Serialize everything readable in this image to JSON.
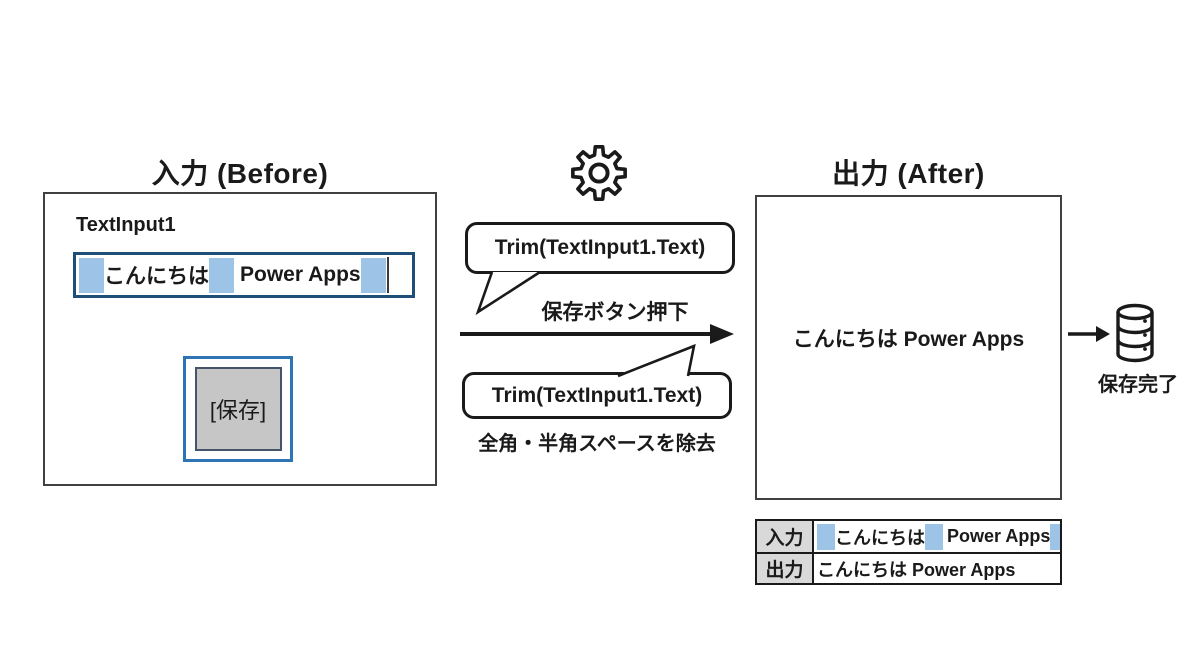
{
  "diagram": {
    "before": {
      "title": "入力 (Before)",
      "control_label": "TextInput1",
      "input": {
        "word1": "こんにちは",
        "word2": "Power Apps"
      },
      "save_button_label": "[保存]"
    },
    "process": {
      "gear_icon": "gear-icon",
      "formula_top": "Trim(TextInput1.Text)",
      "arrow_caption": "保存ボタン押下",
      "formula_bottom": "Trim(TextInput1.Text)",
      "note": "全角・半角スペースを除去"
    },
    "after": {
      "title": "出力 (After)",
      "result_text": "こんにちは Power Apps",
      "db_icon": "database-icon",
      "save_status": "保存完了"
    },
    "table": {
      "rows": [
        {
          "label": "入力",
          "word1": "こんにちは",
          "word2": "Power Apps"
        },
        {
          "label": "出力",
          "value": "こんにちは Power Apps"
        }
      ]
    },
    "colors": {
      "space_highlight": "#9DC3E6",
      "input_border": "#1F4E79",
      "button_border": "#2E74B5",
      "button_fill": "#C6C6C6",
      "button_inner_border": "#44546A",
      "table_header_bg": "#D9D9D9",
      "ink": "#1a1a1a"
    }
  }
}
